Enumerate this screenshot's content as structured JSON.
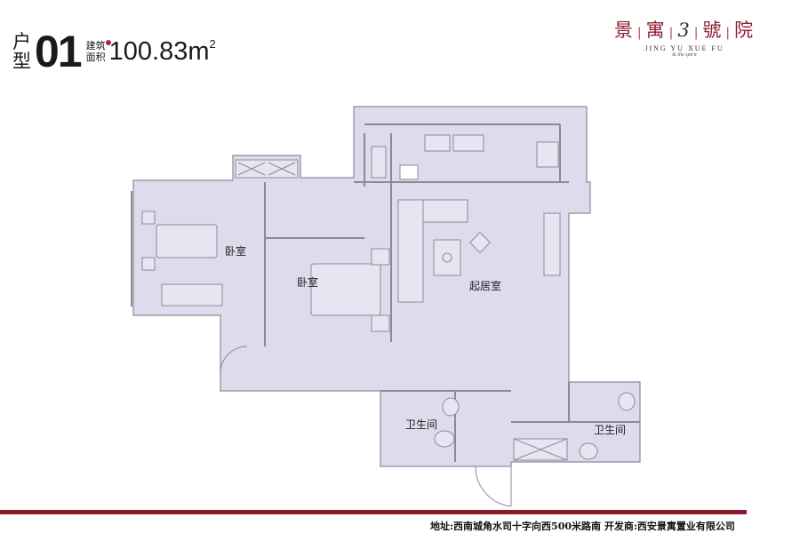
{
  "header": {
    "type_label_1": "户",
    "type_label_2": "型",
    "unit_number": "01",
    "area_label_1": "建筑",
    "area_label_2": "面积",
    "area_value": "100.83m",
    "area_unit_sup": "2"
  },
  "logo": {
    "chars": [
      "景",
      "寓",
      "3",
      "號",
      "院"
    ],
    "english": "JING YU XUE FU",
    "tagline": "& the spirit"
  },
  "rooms": {
    "bedroom_left": "卧室",
    "bedroom_center": "卧室",
    "living_room": "起居室",
    "bathroom_left": "卫生间",
    "bathroom_right": "卫生间"
  },
  "footer": {
    "text": "地址:西南城角水司十字向西500米路南    开发商:西安景寓置业有限公司"
  },
  "colors": {
    "brand": "#8b1a2b",
    "floor": "#dddcec",
    "wall": "#8a8a9a"
  }
}
